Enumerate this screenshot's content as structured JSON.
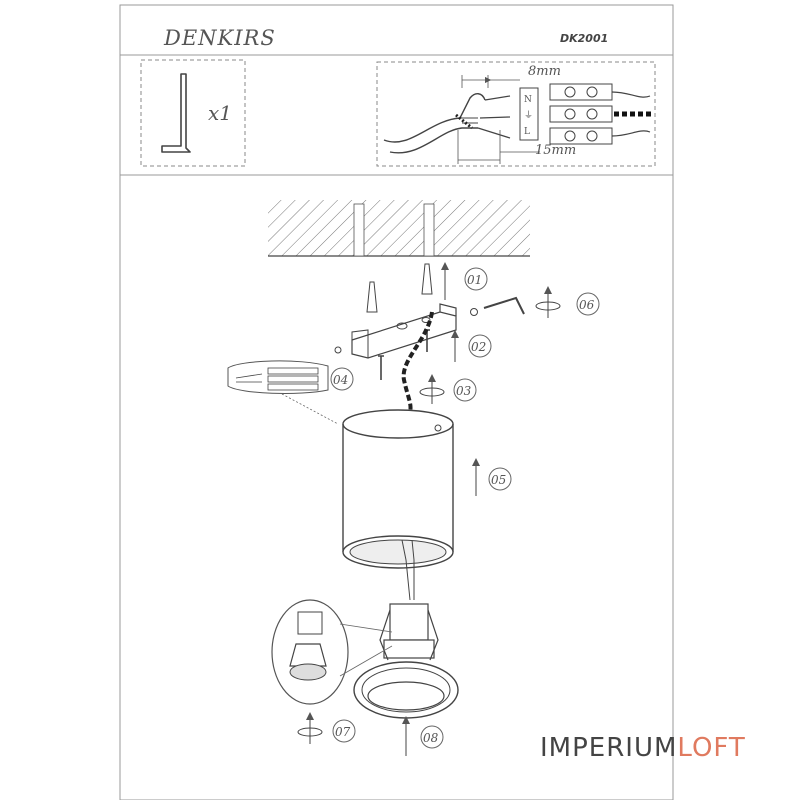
{
  "header": {
    "brand": "DENKIRS",
    "model": "DK2001"
  },
  "tool_box": {
    "quantity": "x1",
    "icon": "hex-key-icon"
  },
  "wiring_box": {
    "strip_length": "8mm",
    "insulation_length": "15mm",
    "icon": "terminal-block-icon"
  },
  "steps": [
    {
      "id": "step-01",
      "label": "01",
      "icon": "arrow-up-icon"
    },
    {
      "id": "step-02",
      "label": "02",
      "icon": "arrow-up-icon"
    },
    {
      "id": "step-03",
      "label": "03",
      "icon": "rotate-arrow-icon"
    },
    {
      "id": "step-04",
      "label": "04",
      "icon": "terminal-block-icon"
    },
    {
      "id": "step-05",
      "label": "05",
      "icon": "arrow-up-icon"
    },
    {
      "id": "step-06",
      "label": "06",
      "icon": "rotate-arrow-icon"
    },
    {
      "id": "step-07",
      "label": "07",
      "icon": "rotate-arrow-icon"
    },
    {
      "id": "step-08",
      "label": "08",
      "icon": "arrow-up-icon"
    }
  ],
  "watermark": {
    "part1": "IMPERIUM",
    "part2": "LOFT",
    "accent_color": "#e07a5f"
  },
  "colors": {
    "line": "#444444",
    "frame": "#888888"
  }
}
